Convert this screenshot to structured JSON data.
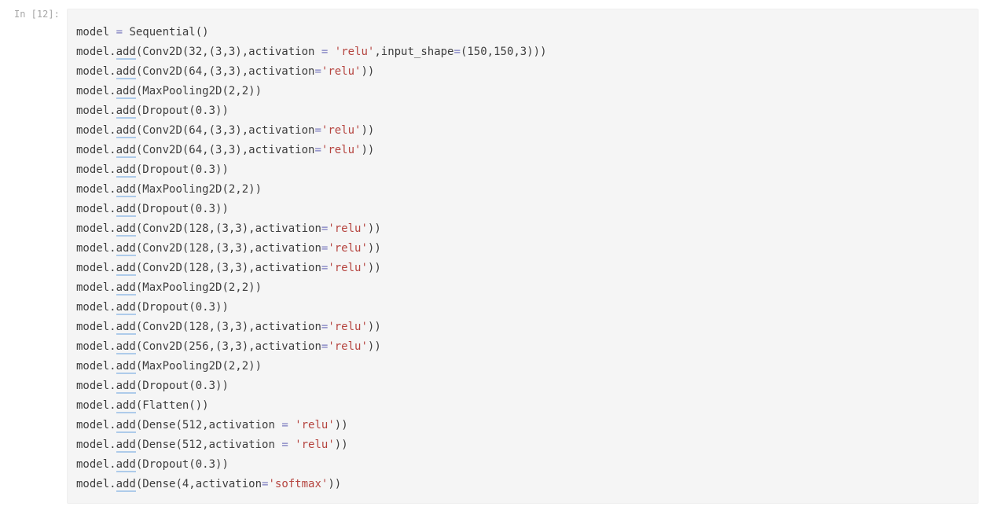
{
  "notebook": {
    "cell": {
      "prompt": "In [12]:",
      "language": "python",
      "code_lines": [
        "model = Sequential()",
        "model.add(Conv2D(32,(3,3),activation = 'relu',input_shape=(150,150,3)))",
        "model.add(Conv2D(64,(3,3),activation='relu'))",
        "model.add(MaxPooling2D(2,2))",
        "model.add(Dropout(0.3))",
        "model.add(Conv2D(64,(3,3),activation='relu'))",
        "model.add(Conv2D(64,(3,3),activation='relu'))",
        "model.add(Dropout(0.3))",
        "model.add(MaxPooling2D(2,2))",
        "model.add(Dropout(0.3))",
        "model.add(Conv2D(128,(3,3),activation='relu'))",
        "model.add(Conv2D(128,(3,3),activation='relu'))",
        "model.add(Conv2D(128,(3,3),activation='relu'))",
        "model.add(MaxPooling2D(2,2))",
        "model.add(Dropout(0.3))",
        "model.add(Conv2D(128,(3,3),activation='relu'))",
        "model.add(Conv2D(256,(3,3),activation='relu'))",
        "model.add(MaxPooling2D(2,2))",
        "model.add(Dropout(0.3))",
        "model.add(Flatten())",
        "model.add(Dense(512,activation = 'relu'))",
        "model.add(Dense(512,activation = 'relu'))",
        "model.add(Dropout(0.3))",
        "model.add(Dense(4,activation='softmax'))"
      ]
    },
    "colors": {
      "page_background": "#ffffff",
      "cell_background": "#f5f5f5",
      "prompt_text": "#a6a6a6",
      "code_default": "#3d3d3d",
      "operator": "#7c7cc0",
      "string": "#b5443f",
      "add_underline": "#aecbea"
    }
  }
}
